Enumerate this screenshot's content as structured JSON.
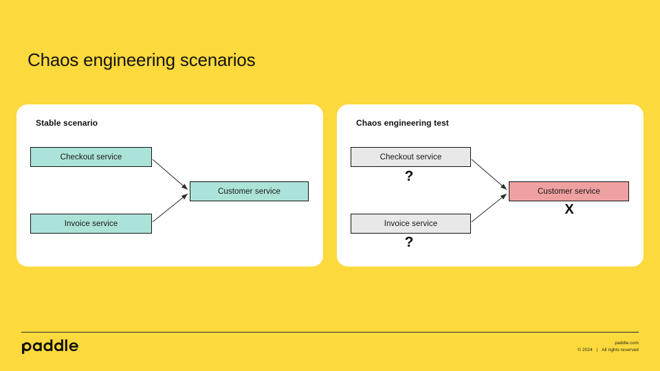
{
  "slide": {
    "title": "Chaos engineering scenarios",
    "background_color": "#FCD93C"
  },
  "cards": [
    {
      "heading": "Stable scenario",
      "nodes": [
        {
          "label": "Checkout service",
          "state": "healthy",
          "color": "#ACE3D9"
        },
        {
          "label": "Invoice service",
          "state": "healthy",
          "color": "#ACE3D9"
        },
        {
          "label": "Customer service",
          "state": "healthy",
          "color": "#ACE3D9"
        }
      ],
      "marks": []
    },
    {
      "heading": "Chaos engineering test",
      "nodes": [
        {
          "label": "Checkout service",
          "state": "unknown",
          "color": "#E8E8E8"
        },
        {
          "label": "Invoice service",
          "state": "unknown",
          "color": "#E8E8E8"
        },
        {
          "label": "Customer service",
          "state": "failed",
          "color": "#EFA0A0"
        }
      ],
      "marks": [
        {
          "glyph": "?",
          "for": "Checkout service"
        },
        {
          "glyph": "?",
          "for": "Invoice service"
        },
        {
          "glyph": "X",
          "for": "Customer service"
        }
      ]
    }
  ],
  "footer": {
    "logo_text": "paddle",
    "url": "paddle.com",
    "copyright": "© 2024",
    "separator": "|",
    "rights": "All rights reserved"
  }
}
